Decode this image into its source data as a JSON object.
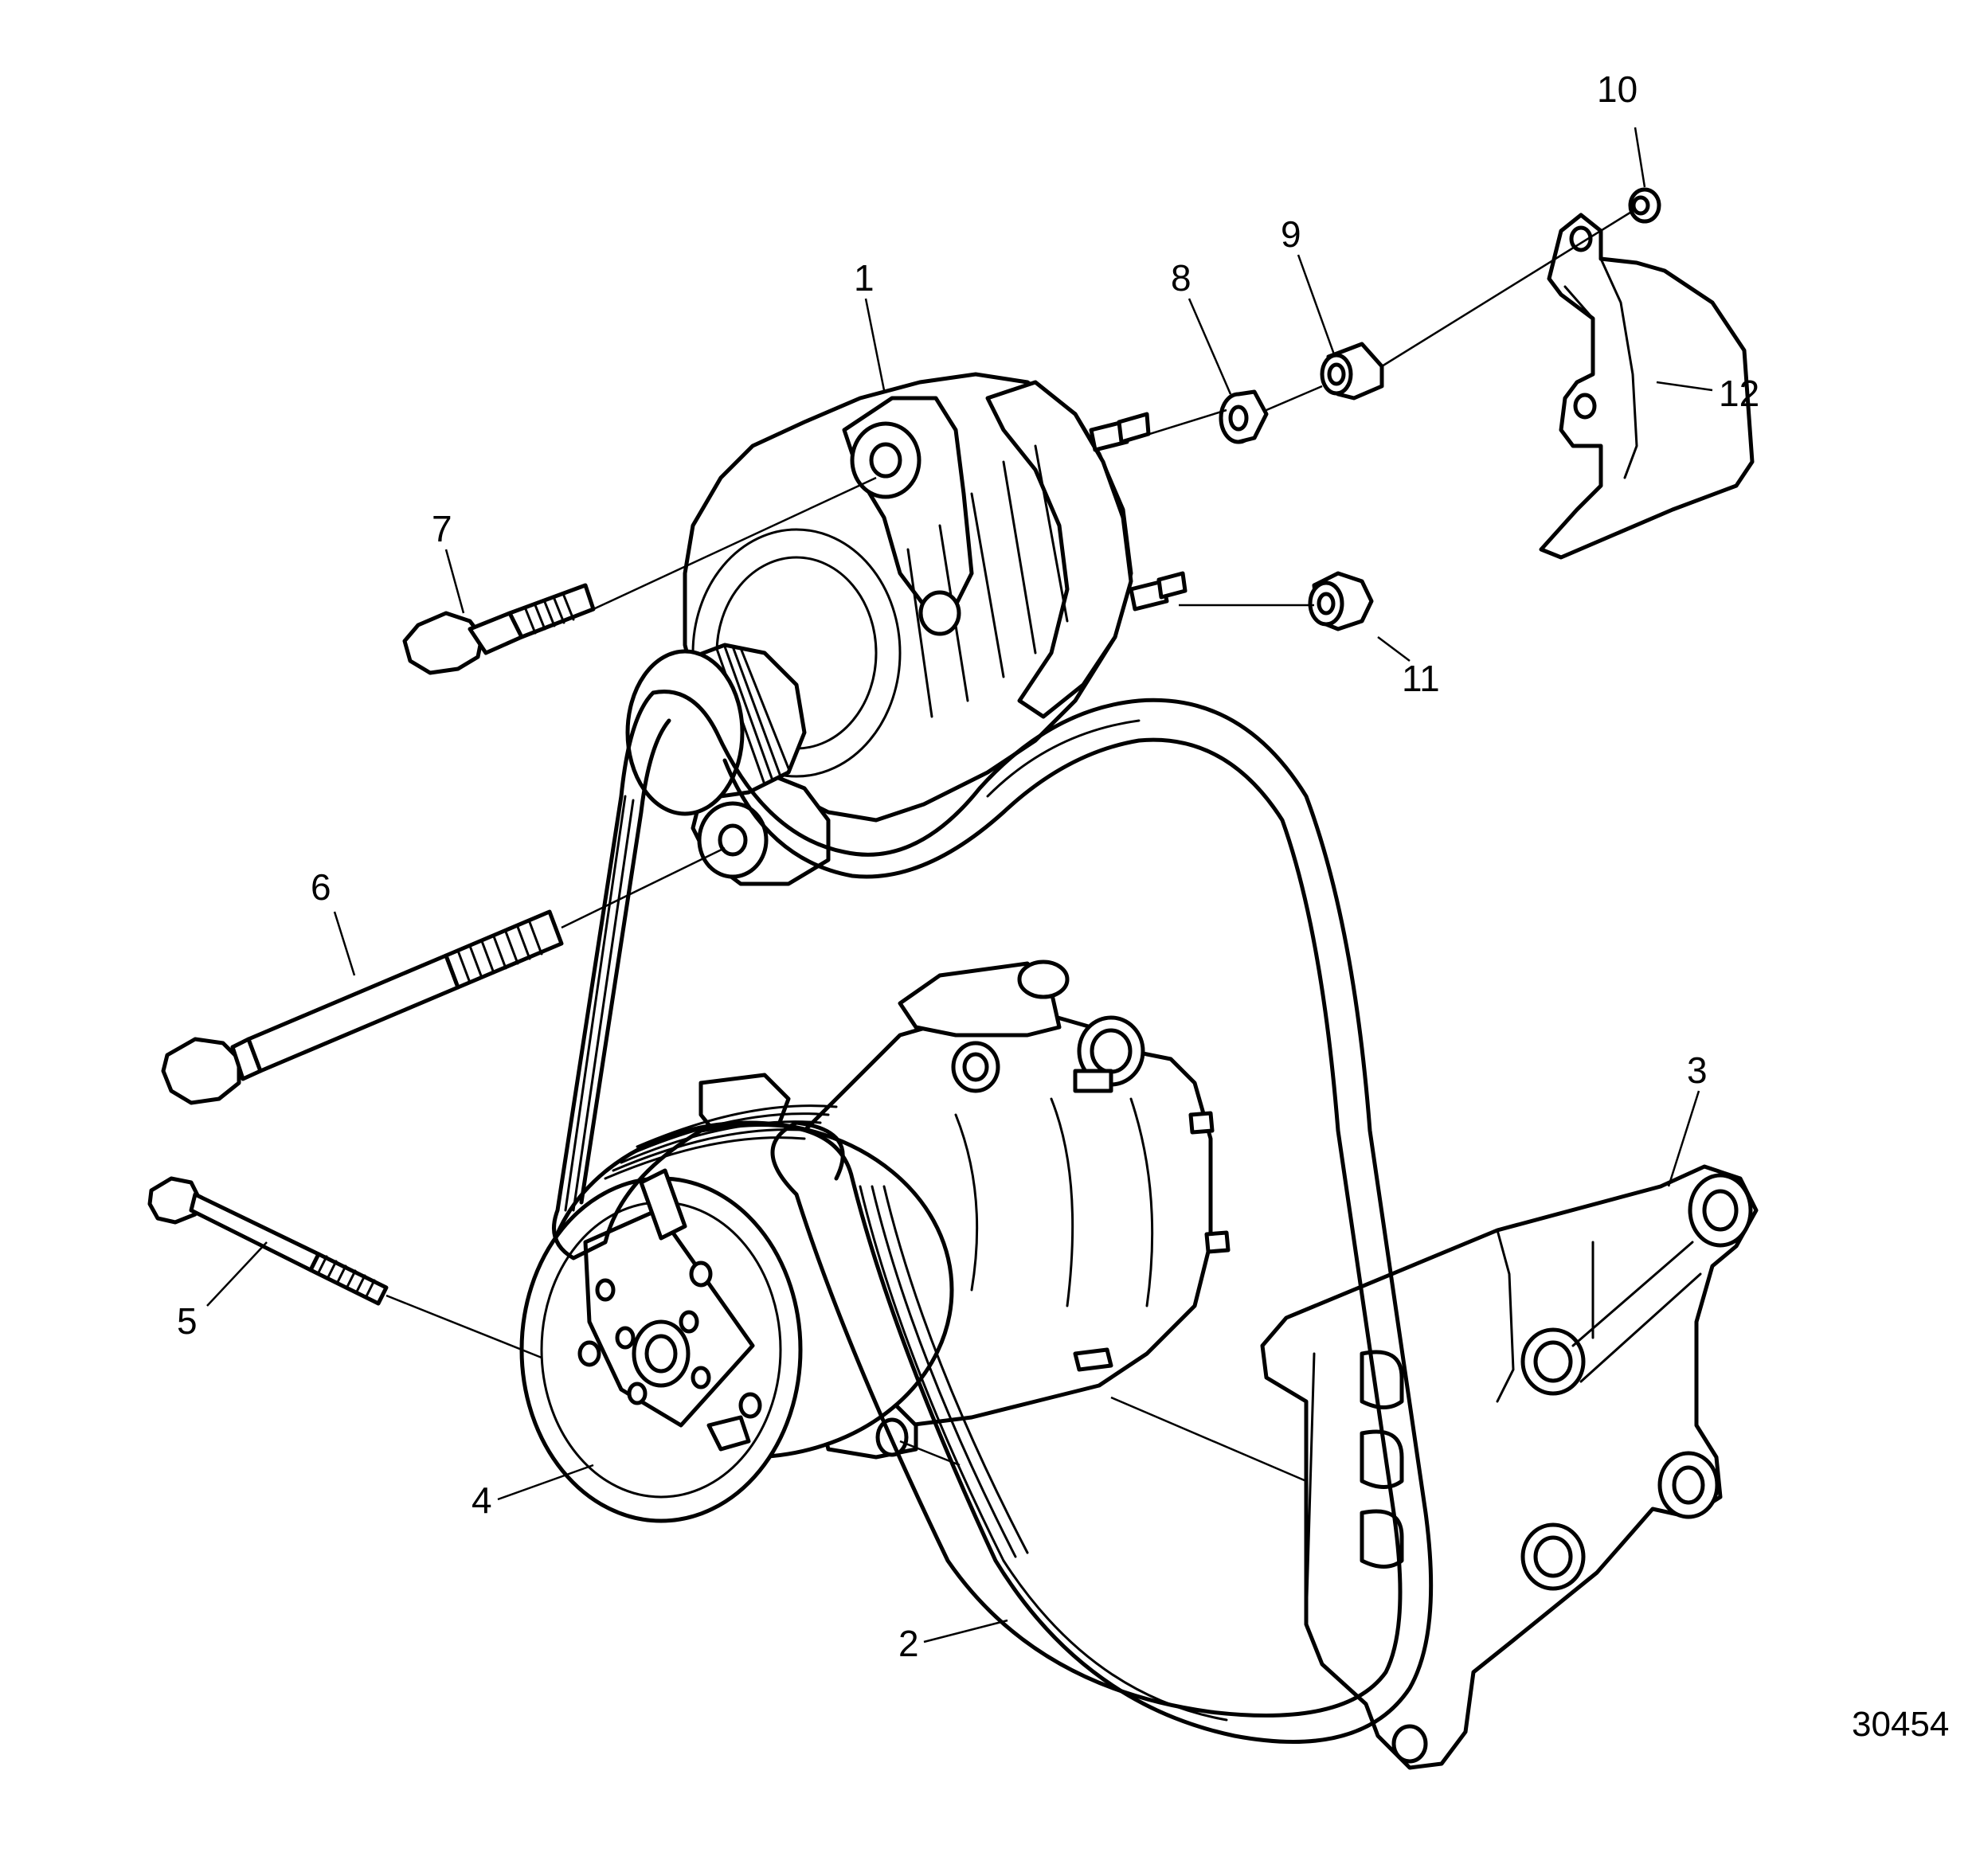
{
  "figure_number": "30454",
  "callouts": [
    {
      "id": "c1",
      "text": "1"
    },
    {
      "id": "c2",
      "text": "2"
    },
    {
      "id": "c3",
      "text": "3"
    },
    {
      "id": "c4",
      "text": "4"
    },
    {
      "id": "c5",
      "text": "5"
    },
    {
      "id": "c6",
      "text": "6"
    },
    {
      "id": "c7",
      "text": "7"
    },
    {
      "id": "c8",
      "text": "8"
    },
    {
      "id": "c9",
      "text": "9"
    },
    {
      "id": "c10",
      "text": "10"
    },
    {
      "id": "c11",
      "text": "11"
    },
    {
      "id": "c12",
      "text": "12"
    }
  ]
}
